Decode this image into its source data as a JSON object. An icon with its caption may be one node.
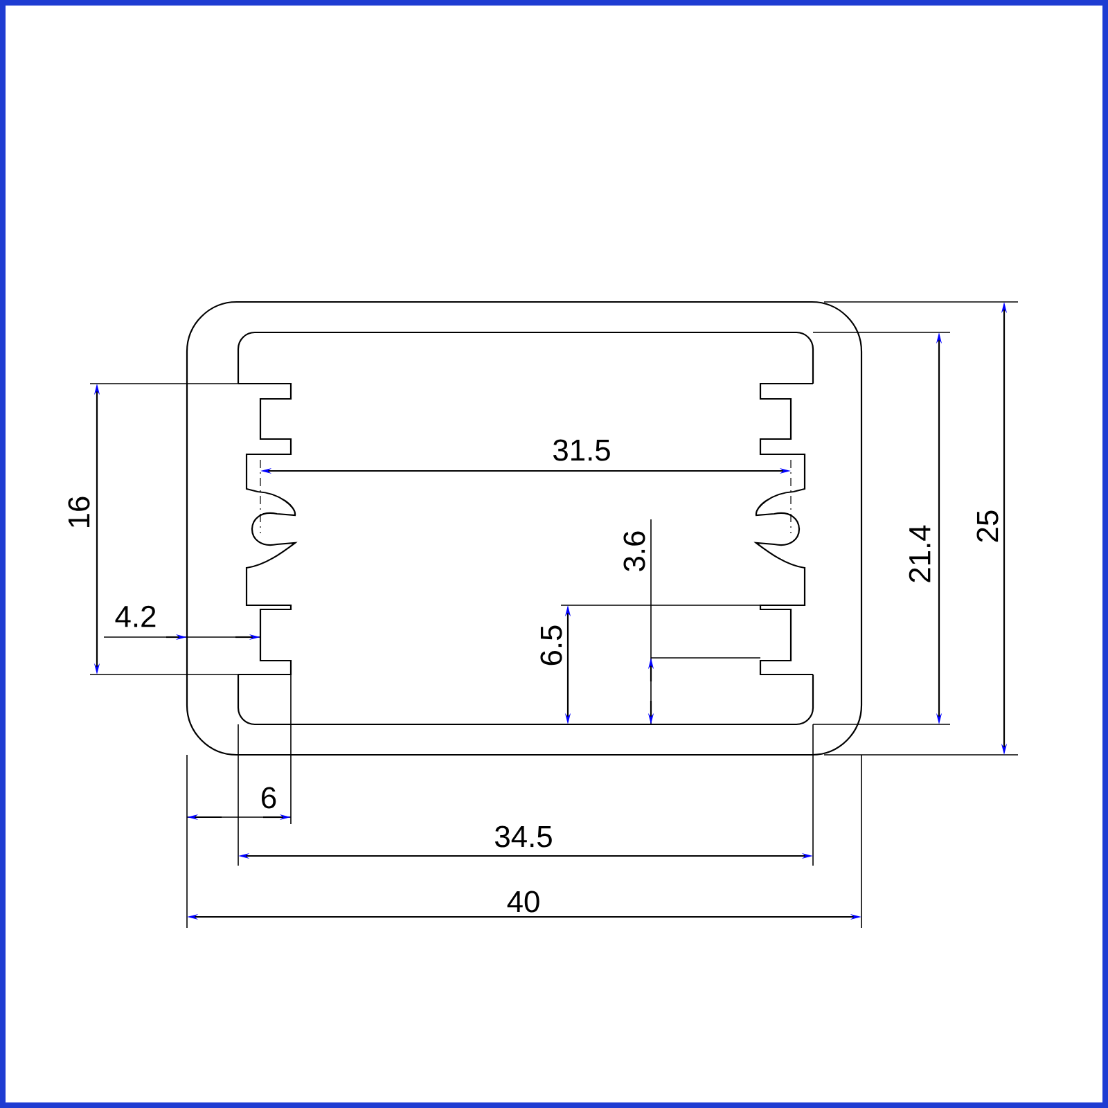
{
  "diagram": {
    "labels": [
      "31.5",
      "16",
      "25",
      "21.4",
      "3.6",
      "4.2",
      "6.5",
      "6",
      "34.5",
      "40"
    ]
  }
}
